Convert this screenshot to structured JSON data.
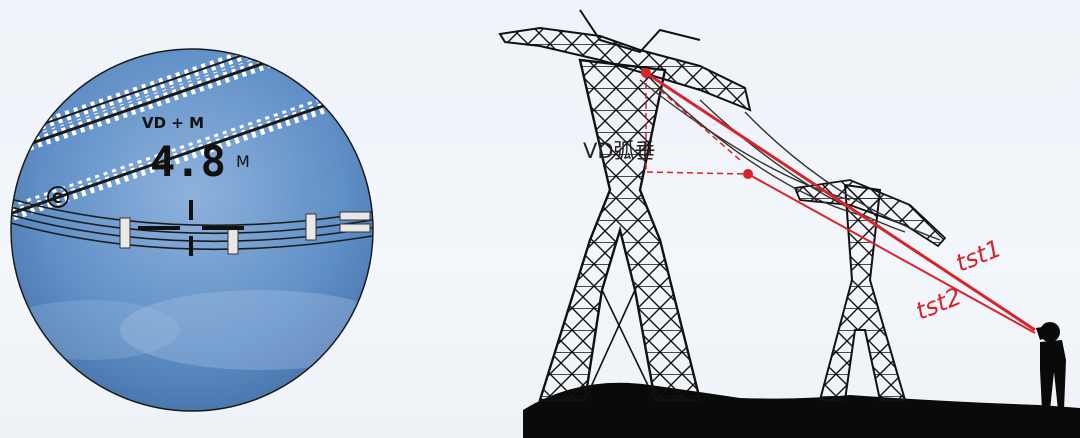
{
  "viewfinder": {
    "mode_label": "VD + M",
    "reading": "4.8",
    "unit": "M",
    "icon": "copyright-circle-icon"
  },
  "diagram": {
    "sag_label": "VD弧垂",
    "tst1_label": "tst1",
    "tst2_label": "tst2"
  },
  "colors": {
    "measure_red": "#d9232b",
    "sky_blue": "#5f8fc6",
    "tower_black": "#111111"
  }
}
